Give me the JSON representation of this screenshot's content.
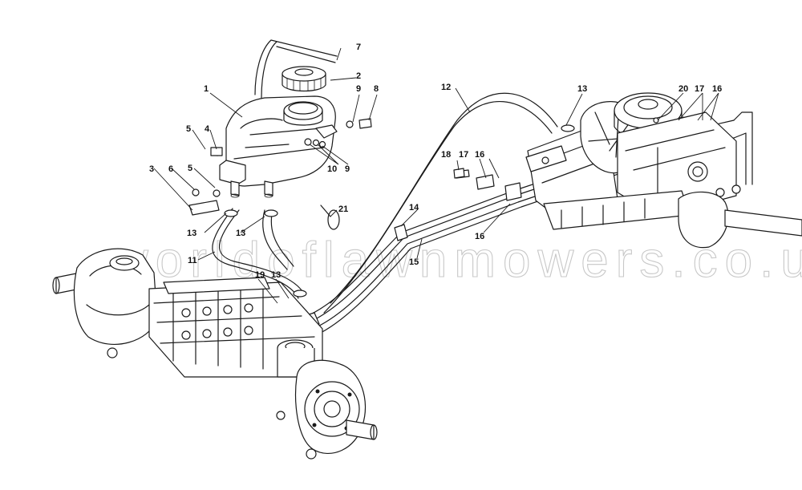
{
  "watermark": "worldoflawnmowers.co.uk",
  "callouts": [
    "1",
    "2",
    "3",
    "4",
    "5",
    "5",
    "6",
    "7",
    "8",
    "9",
    "9",
    "10",
    "11",
    "12",
    "13",
    "13",
    "13",
    "13",
    "14",
    "15",
    "16",
    "16",
    "16",
    "17",
    "17",
    "18",
    "19",
    "20",
    "21"
  ]
}
